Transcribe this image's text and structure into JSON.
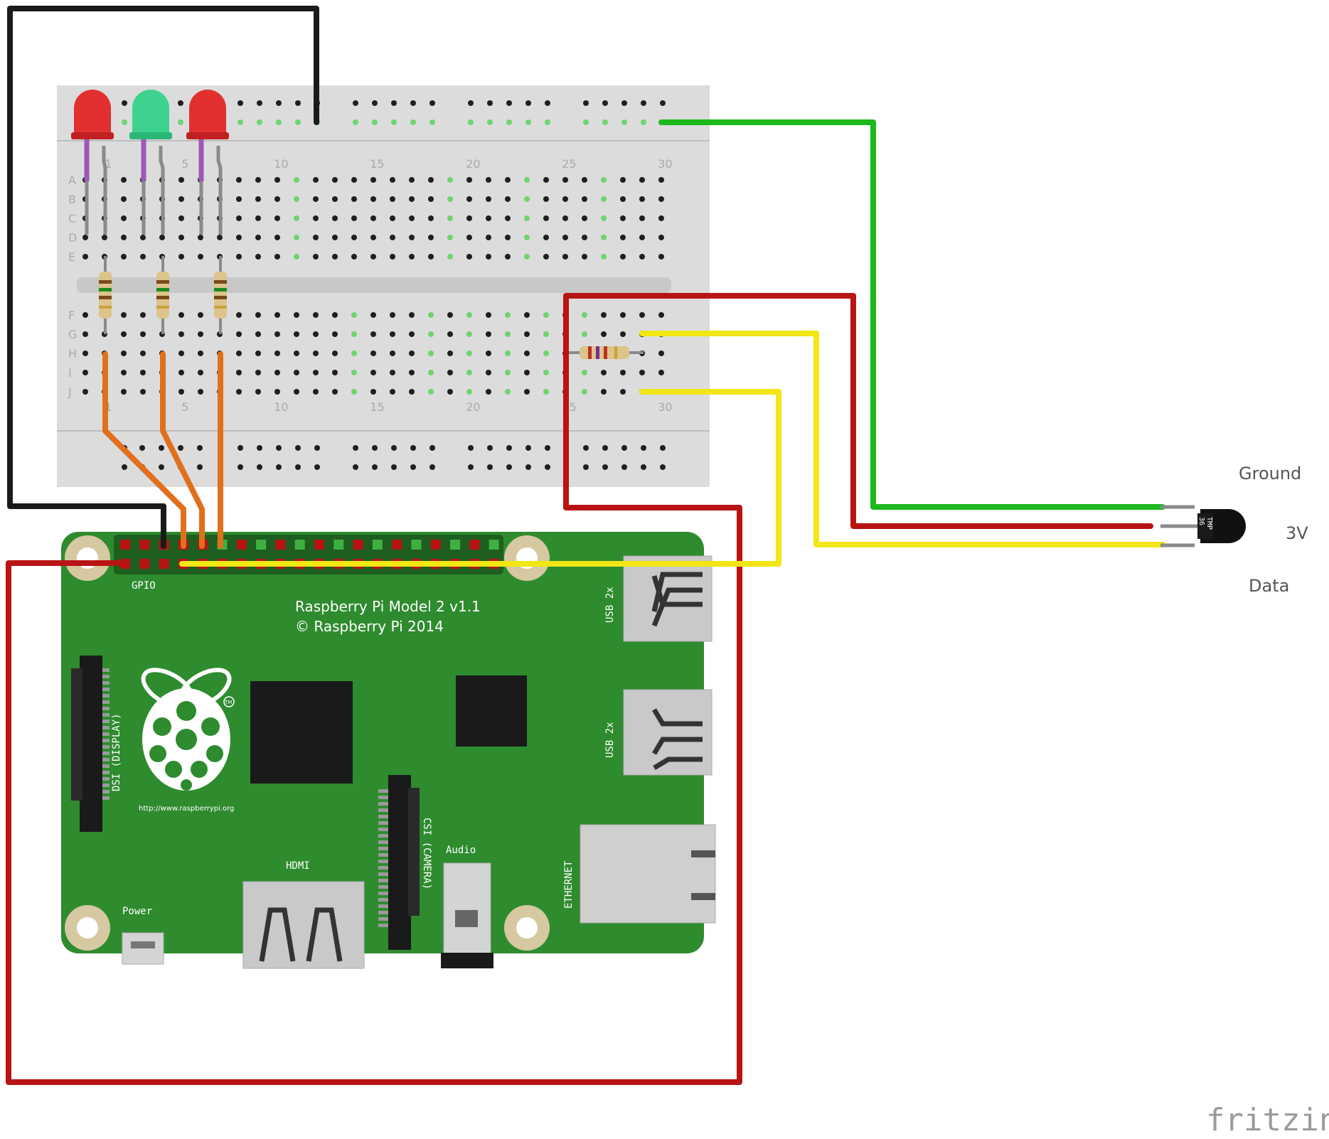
{
  "breadboard": {
    "row_letters": [
      "A",
      "B",
      "C",
      "D",
      "E",
      "F",
      "G",
      "H",
      "I",
      "J"
    ],
    "column_numbers": [
      "1",
      "5",
      "10",
      "15",
      "20",
      "25",
      "30"
    ]
  },
  "sensor": {
    "chip_text": "TMP\n36",
    "pin_labels": {
      "ground": "Ground",
      "power": "3V",
      "data": "Data"
    }
  },
  "board": {
    "title_line1": "Raspberry Pi Model 2 v1.1",
    "title_line2": "© Raspberry Pi 2014",
    "gpio_label": "GPIO",
    "dsi_label": "DSI (DISPLAY)",
    "csi_label": "CSI (CAMERA)",
    "usb_label_top": "USB 2x",
    "usb_label_bottom": "USB 2x",
    "ethernet_label": "ETHERNET",
    "hdmi_label": "HDMI",
    "audio_label": "Audio",
    "power_label": "Power",
    "url": "http://www.raspberrypi.org",
    "trademark": "TM"
  },
  "watermark": "fritzing",
  "colors": {
    "board_green": "#2e8b2e",
    "wire_black": "#1a1a1a",
    "wire_red": "#b81414",
    "wire_green": "#1cb81c",
    "wire_yellow": "#f2e616",
    "wire_orange": "#e0701c",
    "led_red": "#e23030",
    "led_green": "#3ed28f",
    "breadboard": "#dadada"
  }
}
